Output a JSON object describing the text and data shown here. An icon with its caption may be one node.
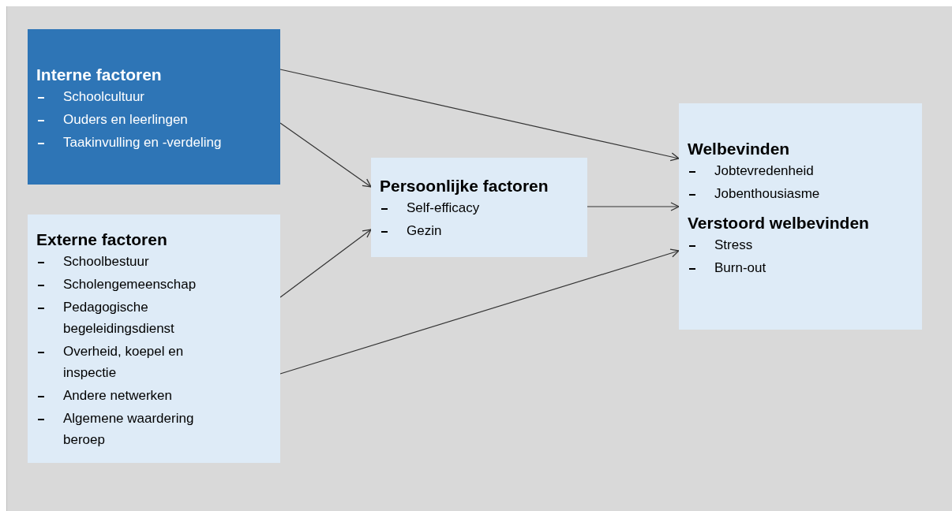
{
  "diagram": {
    "nodes": [
      {
        "text": [
          "Interne factoren",
          "Schoolcultuur",
          "Ouders en leerlingen",
          "Taakinvulling en -verdeling"
        ]
      },
      {
        "text": [
          "Externe factoren",
          "Schoolbestuur",
          "Scholengemeenschap",
          "Pedagogische begeleidingsdienst",
          "Overheid, koepel en inspectie",
          "Andere netwerken",
          "Algemene waardering beroep"
        ]
      },
      {
        "text": [
          "Persoonlijke factoren",
          "Self-efficacy",
          "Gezin"
        ]
      },
      {
        "text": [
          "Welbevinden",
          "Jobtevredenheid",
          "Jobenthousiasme",
          "Verstoord welbevinden",
          "Stress",
          "Burn-out"
        ]
      }
    ],
    "edges": [
      {
        "from": 0,
        "to": 3,
        "arrow": "to"
      },
      {
        "from": 0,
        "to": 2,
        "arrow": "to"
      },
      {
        "from": 1,
        "to": 2,
        "arrow": "to"
      },
      {
        "from": 2,
        "to": 3,
        "arrow": "to"
      },
      {
        "from": 1,
        "to": 3,
        "arrow": "to"
      }
    ]
  }
}
